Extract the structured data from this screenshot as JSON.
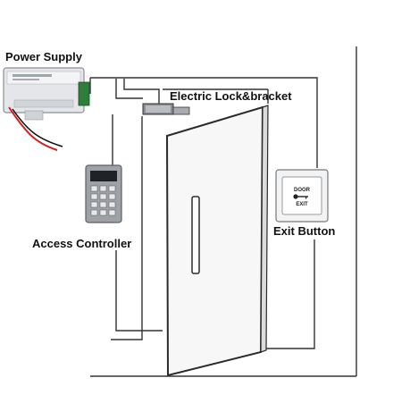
{
  "labels": {
    "power_supply": "Power Supply",
    "electric_lock": "Electric Lock&bracket",
    "access_controller": "Access Controller",
    "exit_button": "Exit Button"
  },
  "exit_button_face": {
    "top_text": "DOOR",
    "bottom_text": "EXIT"
  },
  "colors": {
    "wire": "#333333",
    "door_fill": "#f5f5f5",
    "power_supply_body": "#e4e6e9",
    "power_supply_terminal": "#2e7d3a",
    "red_wire": "#d42020",
    "keypad_body": "#9ea2a6"
  }
}
